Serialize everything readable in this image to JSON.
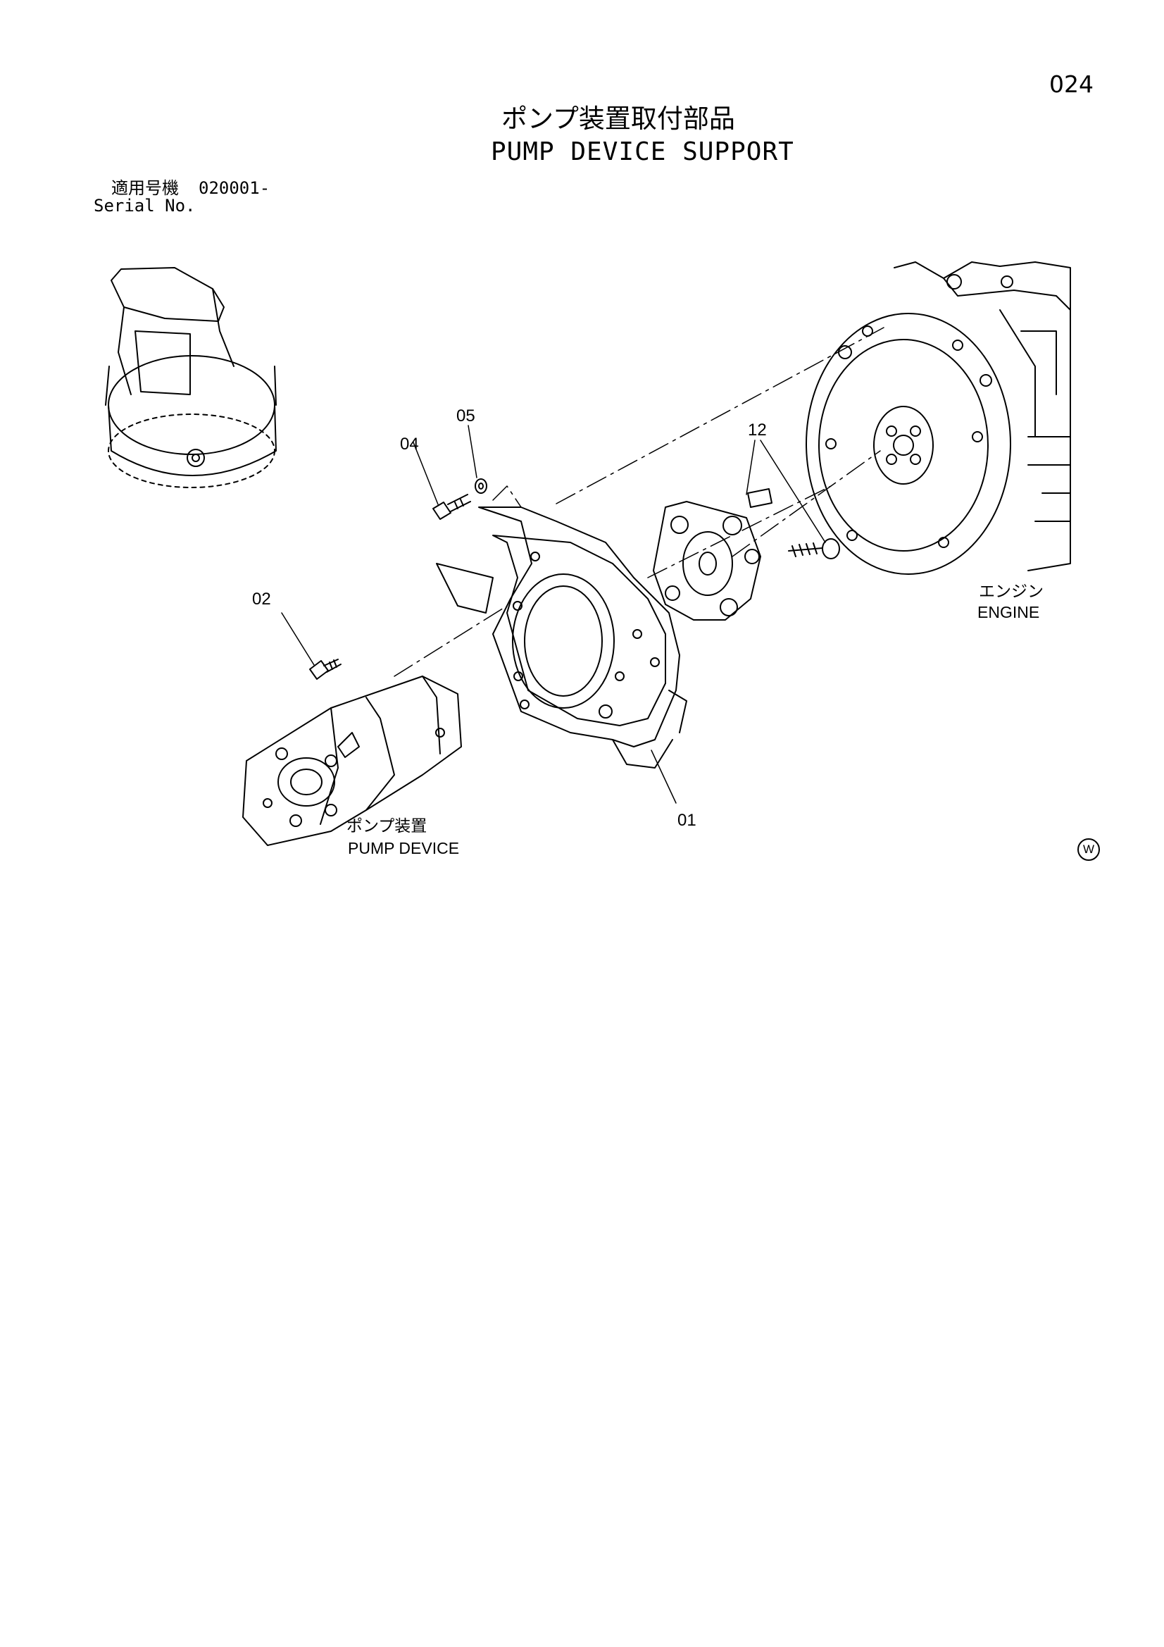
{
  "page": {
    "number": "024"
  },
  "title": {
    "japanese": "ポンプ装置取付部品",
    "english": "PUMP DEVICE SUPPORT"
  },
  "serial": {
    "label_jp": "適用号機",
    "value": "020001-",
    "label_en": "Serial No."
  },
  "callouts": {
    "c01": "01",
    "c02": "02",
    "c04": "04",
    "c05": "05",
    "c12": "12"
  },
  "captions": {
    "engine_jp": "エンジン",
    "engine_en": "ENGINE",
    "pump_jp": "ポンプ装置",
    "pump_en": "PUMP DEVICE"
  },
  "watermark": {
    "text": "W"
  }
}
